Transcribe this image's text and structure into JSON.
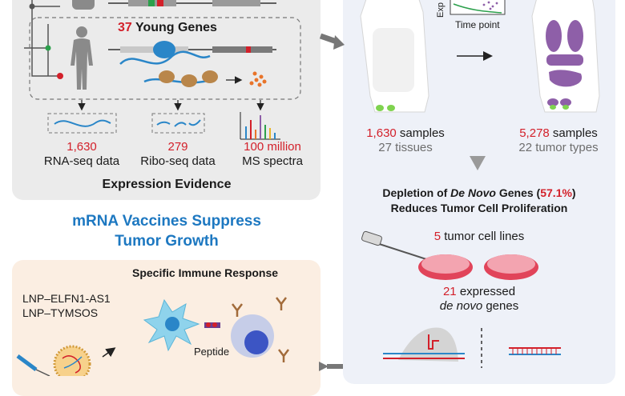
{
  "evidence": {
    "young_count": "37",
    "young_label": " Young Genes",
    "items": [
      {
        "value": "1,630",
        "label": "RNA-seq data"
      },
      {
        "value": "279",
        "label": "Ribo-seq data"
      },
      {
        "value": "100 million",
        "label": "MS spectra"
      }
    ],
    "title": "Expression Evidence"
  },
  "tissue": {
    "axis_x": "Time point",
    "axis_y_fragment": "Exp",
    "normal": {
      "count": "1,630",
      "count_unit": " samples",
      "sub": "27 tissues"
    },
    "tumor": {
      "count": "5,278",
      "count_unit": " samples",
      "sub": "22 tumor types"
    }
  },
  "depletion": {
    "line1_a": "Depletion of ",
    "line1_b": "De Novo",
    "line1_c": " Genes (",
    "line1_pct": "57.1%",
    "line1_d": ")",
    "line2": "Reduces Tumor Cell Proliferation",
    "cell_lines_num": "5",
    "cell_lines_label": " tumor cell lines",
    "genes_num": "21",
    "genes_label": " expressed",
    "genes_label2": "de novo",
    "genes_label3": " genes"
  },
  "vaccine": {
    "heading_line1": "mRNA Vaccines Suppress",
    "heading_line2": "Tumor Growth"
  },
  "immune": {
    "title": "Specific Immune Response",
    "lnp1": "LNP–ELFN1-AS1",
    "lnp2": "LNP–TYMSOS",
    "peptide": "Peptide"
  },
  "colors": {
    "red": "#d3202a",
    "blue": "#1d78c1",
    "purple": "#8e5fa8",
    "gene_blue": "#2a86c8",
    "ribosome": "#b9864a",
    "peptide_orange": "#e8742a"
  }
}
